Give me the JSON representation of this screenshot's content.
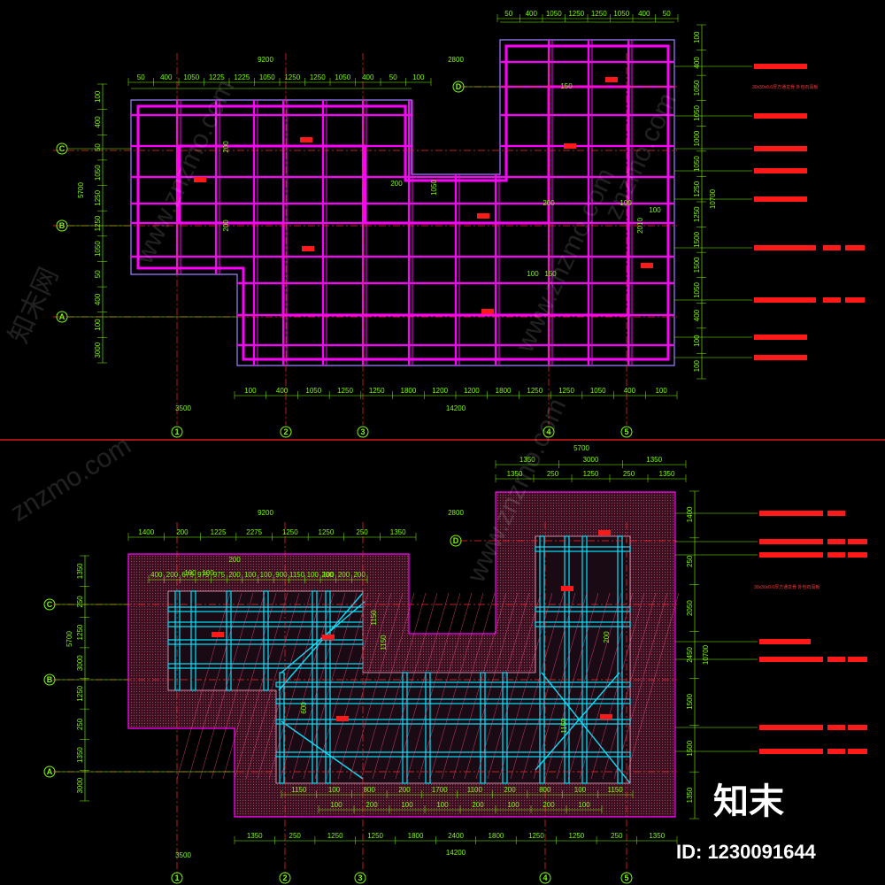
{
  "colors": {
    "background": "#000000",
    "dimension": "#7CFC00",
    "beam": "#ff00ff",
    "steel": "#00e5ff",
    "annotation": "#ff0000",
    "separator": "#ff2020",
    "outline": "#a080ff"
  },
  "top_plan": {
    "top_dims_upper": [
      "50",
      "400",
      "1050",
      "1250",
      "1250",
      "1050",
      "400",
      "50"
    ],
    "top_dims_lower": [
      "50",
      "400",
      "1050",
      "1225",
      "1225",
      "1050",
      "1250",
      "1250",
      "1050",
      "400",
      "50",
      "100"
    ],
    "overall_top": [
      "9200",
      "2800"
    ],
    "bottom_dims": [
      "100",
      "400",
      "1050",
      "1250",
      "1250",
      "1800",
      "1200",
      "1200",
      "1800",
      "1250",
      "1250",
      "1050",
      "400",
      "100"
    ],
    "overall_bottom": [
      "3500",
      "14200"
    ],
    "left_dims": [
      "100",
      "400",
      "50",
      "1050",
      "1250",
      "1250",
      "1050",
      "50",
      "400",
      "100",
      "3000"
    ],
    "left_total": "5700",
    "right_dims": [
      "100",
      "400",
      "1050",
      "1050",
      "1000",
      "1050",
      "1250",
      "1250",
      "1500",
      "1500",
      "1050",
      "400",
      "100",
      "100"
    ],
    "right_total": "10700",
    "inner_labels": [
      "200",
      "200",
      "200",
      "200",
      "100",
      "100",
      "2010",
      "1050",
      "150",
      "100",
      "150"
    ],
    "note": "30x30x0.6厚方通龙骨 外包石膏板",
    "row_axes": [
      "D",
      "C",
      "B",
      "A"
    ],
    "col_axes": [
      "1",
      "2",
      "3",
      "4",
      "5"
    ]
  },
  "bottom_plan": {
    "top_dims_upper": [
      "1350",
      "3000",
      "1350"
    ],
    "top_dims_lower": [
      "1350",
      "250",
      "1250",
      "250",
      "1350"
    ],
    "overall_top_right": "5700",
    "overall_top": [
      "9200",
      "2800"
    ],
    "second_row": [
      "1400",
      "200",
      "1225",
      "2275",
      "1250",
      "1250",
      "250",
      "1350"
    ],
    "third_row": [
      "400",
      "200",
      "675",
      "975",
      "975",
      "200",
      "100",
      "100",
      "900",
      "1150",
      "100",
      "100",
      "200",
      "200"
    ],
    "bottom_row_inner": [
      "1150",
      "100",
      "800",
      "200",
      "1700",
      "1100",
      "200",
      "800",
      "100",
      "1150"
    ],
    "bottom_row_inner2": [
      "100",
      "200",
      "100",
      "100",
      "200",
      "100",
      "200",
      "100"
    ],
    "bottom_dims": [
      "1350",
      "250",
      "1250",
      "1250",
      "1800",
      "2400",
      "1800",
      "1250",
      "1250",
      "250",
      "1350"
    ],
    "overall_bottom": [
      "3500",
      "14200"
    ],
    "left_dims": [
      "1350",
      "250",
      "1250",
      "3000",
      "1250",
      "250",
      "1350",
      "3000"
    ],
    "left_total": "5700",
    "right_dims": [
      "1400",
      "250",
      "2050",
      "2450",
      "1500",
      "1500",
      "1350"
    ],
    "right_total": "10700",
    "inner_labels": [
      "1150",
      "1150",
      "600",
      "200",
      "100",
      "100",
      "200",
      "200",
      "1150"
    ],
    "note": "30x30x0.6厚方通龙骨 外包石膏板",
    "row_axes": [
      "D",
      "C",
      "B",
      "A"
    ],
    "col_axes": [
      "1",
      "2",
      "3",
      "4",
      "5"
    ]
  },
  "watermark": {
    "brand": "知末",
    "id_text": "ID: 1230091644",
    "site": "www.znzmo.com",
    "site_short": "znzmo.com",
    "cn_name": "知末网"
  }
}
